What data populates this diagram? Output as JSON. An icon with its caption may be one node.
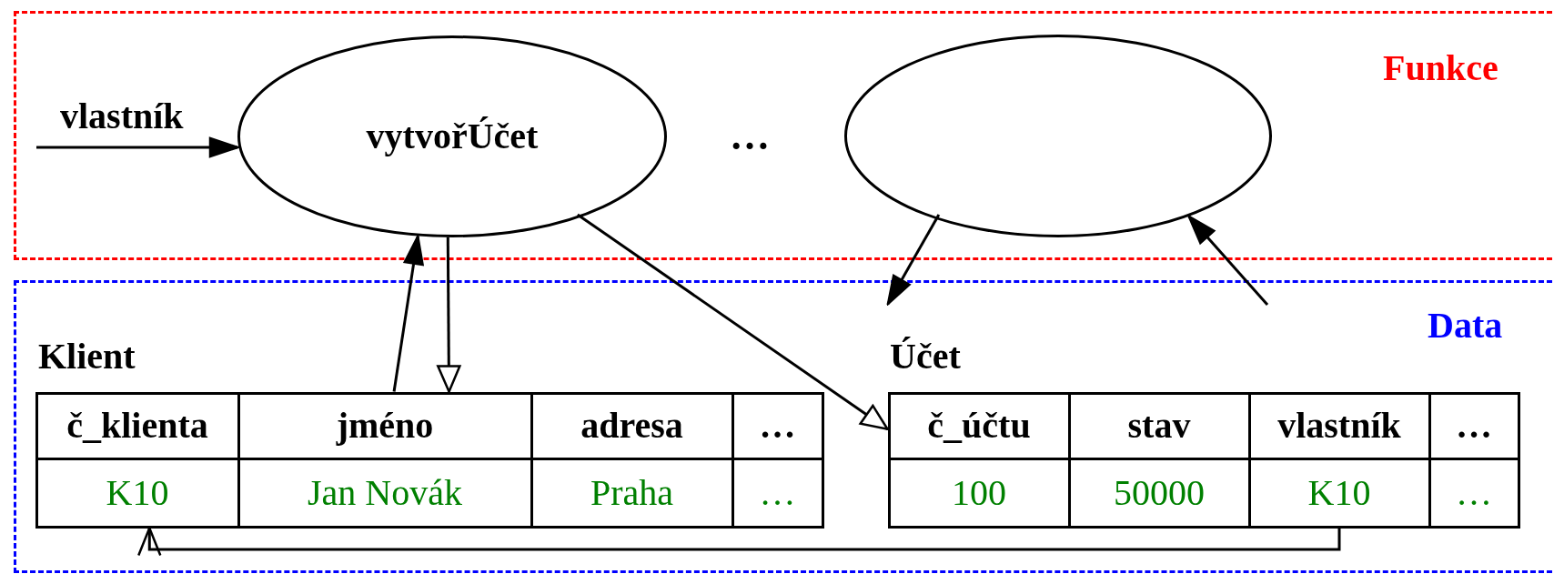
{
  "diagram": {
    "nodes": [
      {
        "text": [
          "Funkce"
        ]
      },
      {
        "text": [
          "vytvořÚčet"
        ],
        "in": 0
      },
      {
        "text": [],
        "shape": "ellipse",
        "in": 0
      },
      {
        "text": [
          "Data"
        ]
      },
      {
        "text": [
          "Klient"
        ],
        "in": 3
      },
      {
        "text": [
          "č_klienta"
        ],
        "in": 4
      },
      {
        "text": [
          "jméno"
        ],
        "in": 4
      },
      {
        "text": [
          "adresa"
        ],
        "in": 4
      },
      {
        "text": [
          "…"
        ],
        "in": 4
      },
      {
        "text": [
          "K10"
        ],
        "in": 4
      },
      {
        "text": [
          "Jan Novák"
        ],
        "in": 4
      },
      {
        "text": [
          "Praha"
        ],
        "in": 4
      },
      {
        "text": [
          "…"
        ],
        "in": 4
      },
      {
        "text": [
          "Účet"
        ],
        "in": 3
      },
      {
        "text": [
          "č_účtu"
        ],
        "in": 13
      },
      {
        "text": [
          "stav"
        ],
        "in": 13
      },
      {
        "text": [
          "vlastník"
        ],
        "in": 13
      },
      {
        "text": [
          "…"
        ],
        "in": 13
      },
      {
        "text": [
          "100"
        ],
        "in": 13
      },
      {
        "text": [
          "50000"
        ],
        "in": 13
      },
      {
        "text": [
          "K10"
        ],
        "in": 13
      },
      {
        "text": [
          "…"
        ],
        "in": 13
      }
    ],
    "edges": [
      {
        "from": null,
        "to": 1,
        "arrow": "to",
        "label": "vlastník"
      },
      {
        "from": 6,
        "to": 1,
        "arrow": "to"
      },
      {
        "from": 1,
        "to": 6,
        "arrow": "to"
      },
      {
        "from": 1,
        "to": 14,
        "arrow": "to"
      },
      {
        "from": 2,
        "to": 13,
        "arrow": "to"
      },
      {
        "from": 13,
        "to": 2,
        "arrow": "to"
      },
      {
        "from": 20,
        "to": 9,
        "arrow": "to"
      }
    ],
    "labels": [
      "…"
    ]
  }
}
